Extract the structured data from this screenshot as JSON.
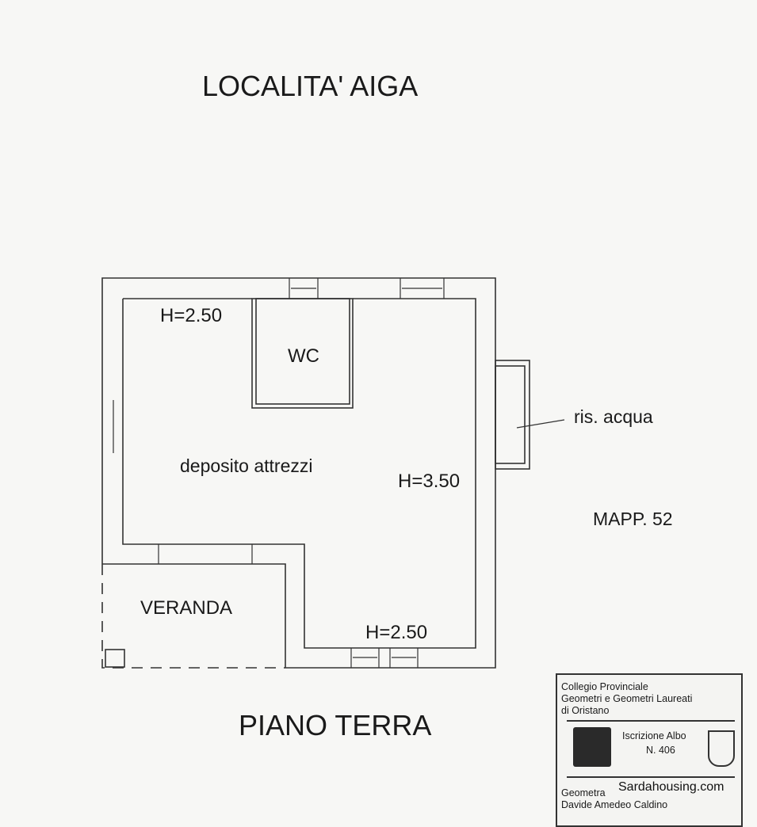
{
  "title": "LOCALITA' AIGA",
  "plan_title": "PIANO TERRA",
  "rooms": {
    "height_top_left": "H=2.50",
    "wc": "WC",
    "deposito": "deposito attrezzi",
    "height_right": "H=3.50",
    "veranda": "VERANDA",
    "height_bottom": "H=2.50"
  },
  "water_tank_label": "ris. acqua",
  "parcel": "MAPP. 52",
  "stamp": {
    "line1": "Collegio Provinciale",
    "line2": "Geometri e Geometri Laureati",
    "line3": "di Oristano",
    "albo": "Iscrizione Albo",
    "number": "N. 406",
    "role": "Geometra",
    "name": "Davide Amedeo Caldino"
  },
  "watermark": "Sardahousing.com"
}
